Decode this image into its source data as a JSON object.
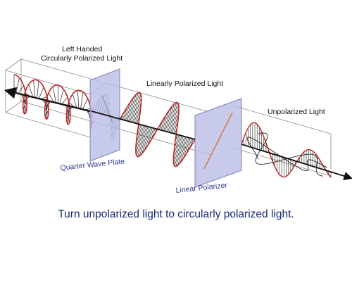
{
  "labels": {
    "left_handed_line1": "Left Handed",
    "left_handed_line2": "Circularly Polarized Light",
    "linearly_polarized": "Linearly Polarized Light",
    "unpolarized": "Unpolarized Light",
    "quarter_wave_plate": "Quarter Wave Plate",
    "linear_polarizer": "Linear Polarizer"
  },
  "caption": "Turn unpolarized light to circularly polarized light.",
  "colors": {
    "wave_curve": "#c0282a",
    "vectors": "#222222",
    "plate_fill": "#b9bde6",
    "plate_label": "#2c3a8c",
    "caption": "#162a70",
    "polarizer_axis": "#d2783c"
  }
}
